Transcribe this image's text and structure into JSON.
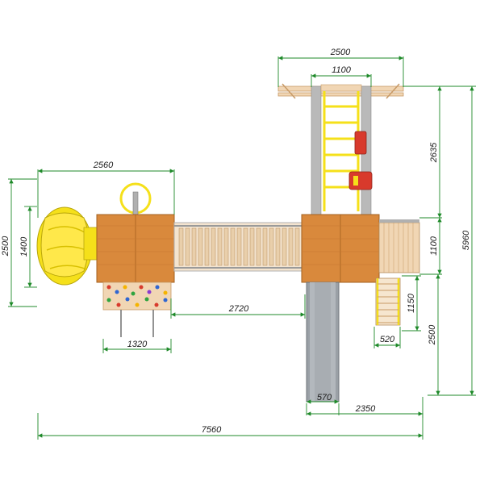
{
  "colors": {
    "dimension_line": "#1f8a2a",
    "wood_roof": "#d9893c",
    "wood_light": "#f1d6b4",
    "yellow": "#f5e01a",
    "post": "#b0b0b0",
    "slide_gray": "#9aa0a6",
    "red": "#d83a2c"
  },
  "dimensions": {
    "top_width": "2500",
    "top_inner_width": "1100",
    "left_width": "2560",
    "ladder_height": "2635",
    "total_height": "5960",
    "left_height": "2500",
    "tube_height": "1400",
    "right_box_height": "1100",
    "bridge_length": "2720",
    "stairs_height": "1150",
    "right_lower_height": "2500",
    "climbing_wall_width": "1320",
    "stairs_width": "520",
    "slide_width": "570",
    "slide_offset": "2350",
    "total_width": "7560"
  }
}
